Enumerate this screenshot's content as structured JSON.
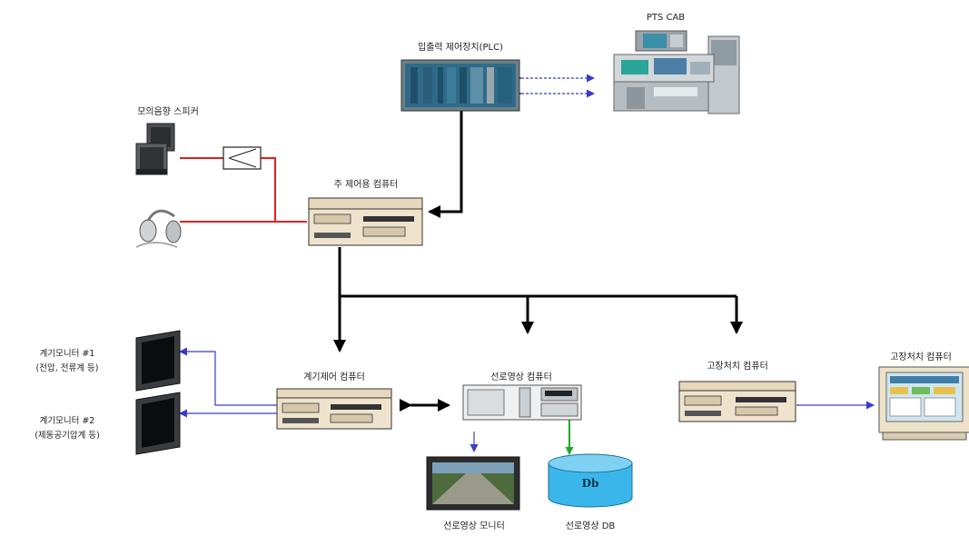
{
  "labels": {
    "pts_cab": "PTS CAB",
    "plc": "입출력 제어장치(PLC)",
    "speaker": "모의음향 스피커",
    "main_computer": "주 제어용 컴퓨터",
    "instrument_computer": "계기제어 컴퓨터",
    "video_computer": "선로영상 컴퓨터",
    "fault_computer_top": "고장처치 컴퓨터",
    "fault_computer_right": "고장처치 컴퓨터",
    "monitor1_title": "계기모니터 #1",
    "monitor1_sub": "(전압, 전류계 등)",
    "monitor2_title": "계기모니터 #2",
    "monitor2_sub": "(제동공기압계 등)",
    "video_monitor": "선로영상 모니터",
    "video_db": "선로영상 DB",
    "db_text": "Db"
  },
  "icons": {
    "speaker": "speaker-icon",
    "headset": "headset-icon",
    "amplifier": "amplifier-icon",
    "plc": "plc-rack-icon",
    "cab": "cab-console-icon",
    "desktop": "desktop-computer-icon",
    "monitor": "lcd-monitor-icon",
    "database": "database-cylinder-icon",
    "crt": "crt-monitor-icon"
  },
  "colors": {
    "audio_line": "#e0201c",
    "signal_line": "#3a3acc",
    "db_link": "#1fa82a",
    "main_arrow": "#000000",
    "db_fill": "#3bb6ea",
    "computer_case": "#f0e2cc"
  }
}
